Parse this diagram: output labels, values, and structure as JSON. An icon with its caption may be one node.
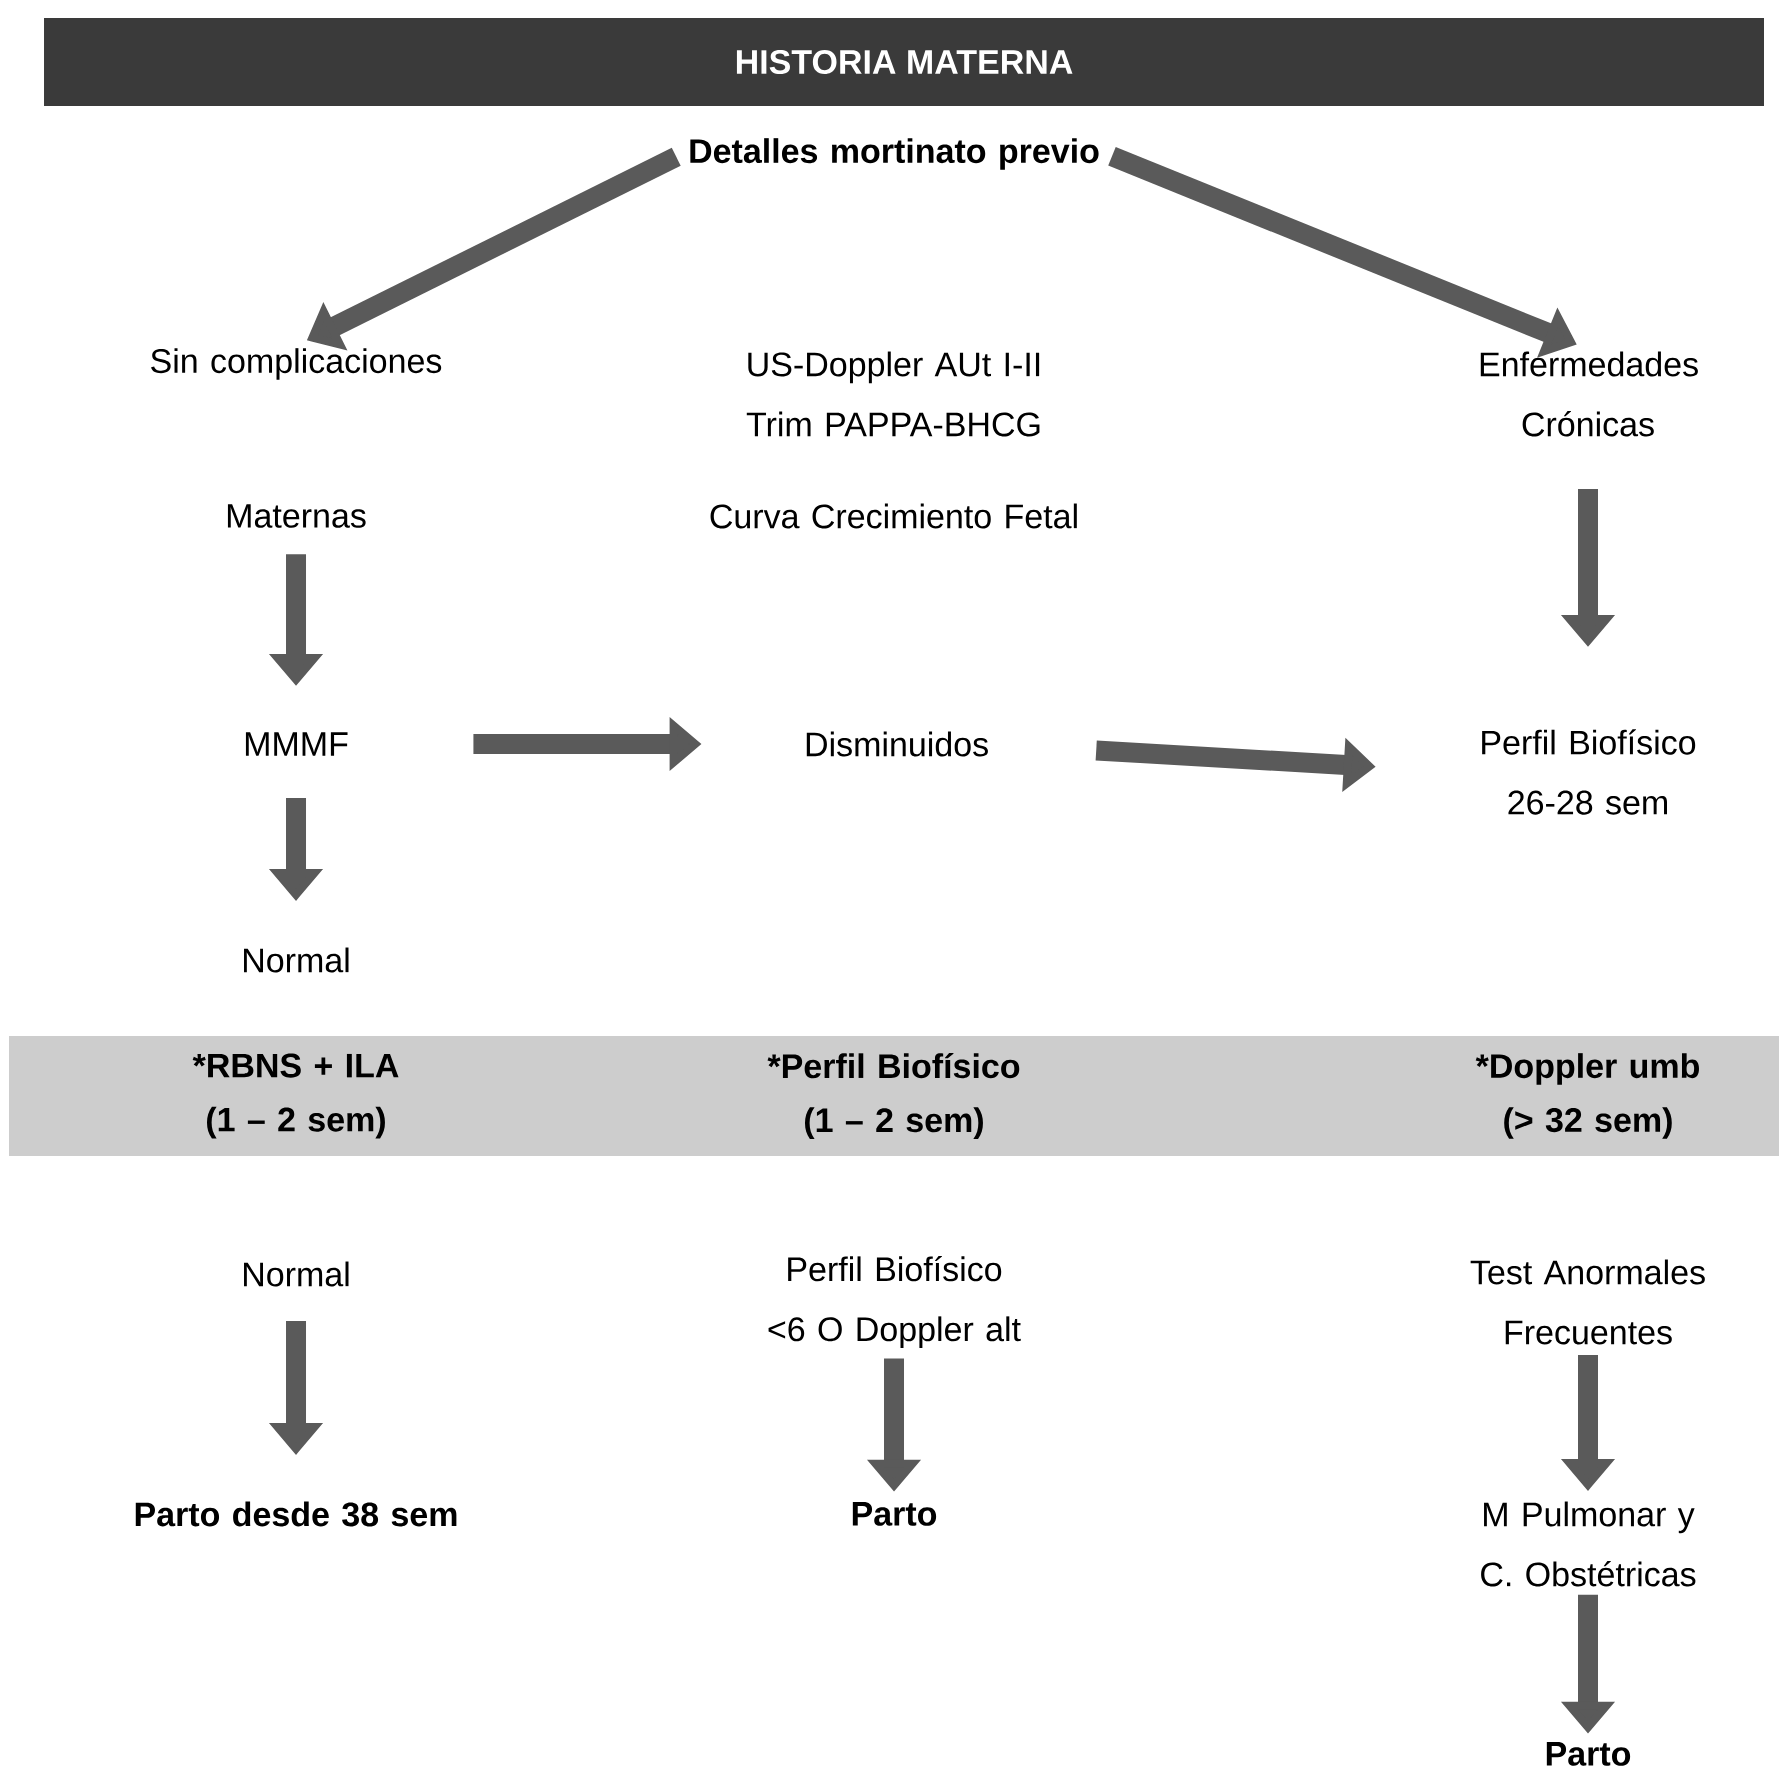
{
  "diagram": {
    "nodes": [
      {
        "text": [
          "HISTORIA MATERNA"
        ]
      },
      {
        "text": [
          "Detalles mortinato previo"
        ]
      },
      {
        "text": [
          "Sin complicaciones"
        ]
      },
      {
        "text": [
          "US-Doppler AUt I-II Trim PAPPA-BHCG"
        ]
      },
      {
        "text": [
          "Enfermedades Crónicas"
        ]
      },
      {
        "text": [
          "Maternas"
        ]
      },
      {
        "text": [
          "Curva Crecimiento Fetal"
        ]
      },
      {
        "text": [
          "MMMF"
        ]
      },
      {
        "text": [
          "Disminuidos"
        ]
      },
      {
        "text": [
          "Perfil Biofísico 26-28 sem"
        ]
      },
      {
        "text": [
          "Normal"
        ]
      },
      {
        "text": [
          "*RBNS + ILA (1 – 2 sem)",
          "*Perfil Biofísico (1 – 2 sem)",
          "*Doppler umb (> 32 sem)"
        ]
      },
      {
        "text": [
          "Normal"
        ]
      },
      {
        "text": [
          "Perfil Biofísico <6 O Doppler  alt"
        ]
      },
      {
        "text": [
          "Test Anormales Frecuentes"
        ]
      },
      {
        "text": [
          "Parto desde 38 sem"
        ]
      },
      {
        "text": [
          "Parto"
        ]
      },
      {
        "text": [
          "M Pulmonar y C. Obstétricas"
        ]
      },
      {
        "text": [
          "Parto"
        ]
      }
    ],
    "edges": [
      {
        "from": 1,
        "to": 2,
        "arrow": "to"
      },
      {
        "from": 1,
        "to": 4,
        "arrow": "to"
      },
      {
        "from": 5,
        "to": 7,
        "arrow": "to"
      },
      {
        "from": 7,
        "to": 10,
        "arrow": "to"
      },
      {
        "from": 7,
        "to": 8,
        "arrow": "to"
      },
      {
        "from": 8,
        "to": 9,
        "arrow": "to"
      },
      {
        "from": 4,
        "to": 9,
        "arrow": "to"
      },
      {
        "from": 12,
        "to": 15,
        "arrow": "to"
      },
      {
        "from": 13,
        "to": 16,
        "arrow": "to"
      },
      {
        "from": 14,
        "to": 17,
        "arrow": "to"
      },
      {
        "from": 17,
        "to": 18,
        "arrow": "to"
      }
    ]
  }
}
